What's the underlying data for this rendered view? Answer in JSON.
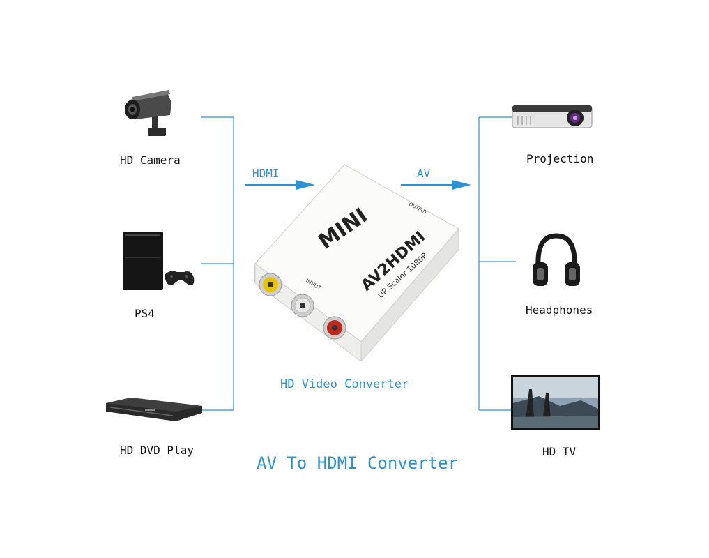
{
  "sources": [
    {
      "label": "HD Camera",
      "icon": "cctv-camera-icon"
    },
    {
      "label": "PS4",
      "icon": "game-console-icon"
    },
    {
      "label": "HD DVD Play",
      "icon": "dvd-player-icon"
    }
  ],
  "outputs": [
    {
      "label": "Projection",
      "icon": "projector-icon"
    },
    {
      "label": "Headphones",
      "icon": "headphones-icon"
    },
    {
      "label": "HD TV",
      "icon": "tv-icon"
    }
  ],
  "arrows": {
    "left": "HDMI",
    "right": "AV"
  },
  "converter": {
    "caption": "HD Video Converter",
    "brand": "MINI",
    "model": "AV2HDMI",
    "subtitle": "UP Scaler 1080P",
    "input_label": "INPUT",
    "output_label": "OUTPUT"
  },
  "title": "AV To HDMI Converter",
  "colors": {
    "accent": "#2a93d5",
    "device": "#f4f4f2",
    "rca_yellow": "#e8c400",
    "rca_white": "#e8e8e8",
    "rca_red": "#c0281c"
  }
}
